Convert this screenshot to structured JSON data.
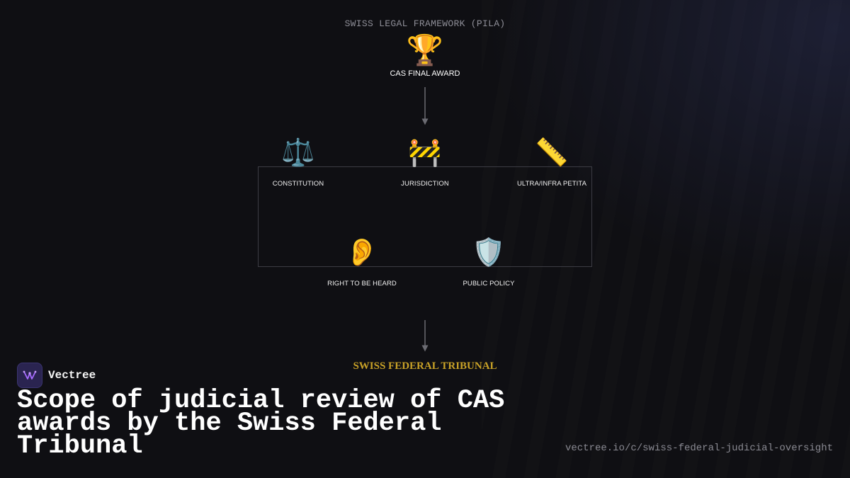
{
  "header": {
    "framework_label": "SWISS LEGAL FRAMEWORK (PILA)"
  },
  "top_node": {
    "icon": "🏆",
    "icon_name": "trophy-icon",
    "label": "CAS FINAL AWARD"
  },
  "grounds": [
    {
      "icon": "⚖️",
      "icon_name": "scales-icon",
      "label": "CONSTITUTION"
    },
    {
      "icon": "🚧",
      "icon_name": "barrier-icon",
      "label": "JURISDICTION"
    },
    {
      "icon": "📏",
      "icon_name": "ruler-icon",
      "label": "ULTRA/INFRA PETITA"
    },
    {
      "icon": "👂",
      "icon_name": "ear-icon",
      "label": "RIGHT TO BE HEARD"
    },
    {
      "icon": "🛡️",
      "icon_name": "shield-icon",
      "label": "PUBLIC POLICY"
    }
  ],
  "bottom_node": {
    "label": "SWISS FEDERAL TRIBUNAL"
  },
  "brand": {
    "name": "Vectree"
  },
  "title": "Scope of judicial review of CAS awards by the Swiss Federal Tribunal",
  "url": "vectree.io/c/swiss-federal-judicial-oversight",
  "colors": {
    "background": "#0f0f13",
    "accent_gold": "#c9a227",
    "line": "#6b6b72"
  }
}
